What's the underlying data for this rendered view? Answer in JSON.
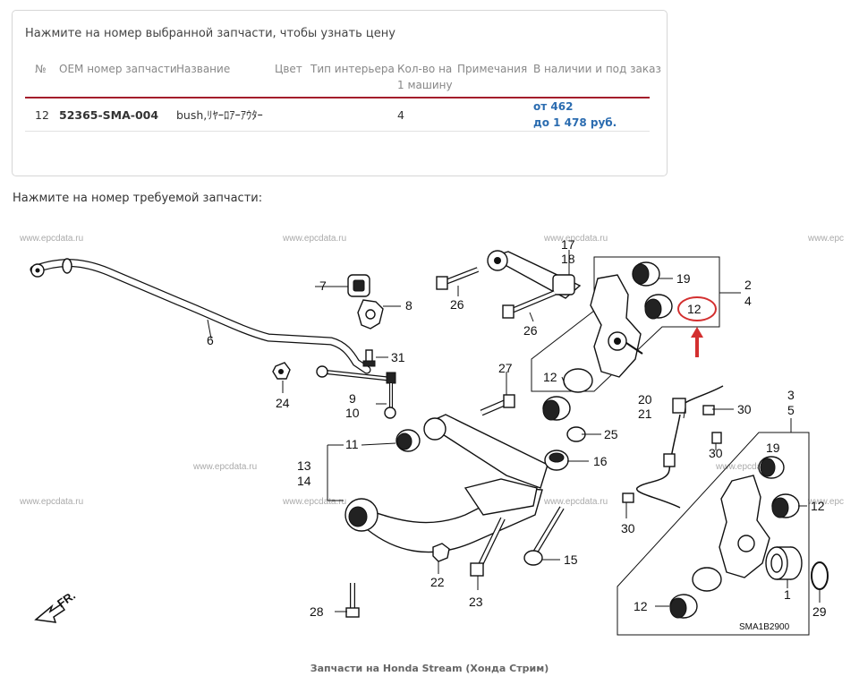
{
  "card": {
    "title": "Нажмите на номер выбранной запчасти, чтобы узнать цену",
    "headers": {
      "no": "№",
      "oem": "OEM номер запчасти",
      "name": "Название",
      "color": "Цвет",
      "interior": "Тип интерьера",
      "qty_line1": "Кол-во на",
      "qty_line2": "1 машину",
      "notes": "Примечания",
      "stock": "В наличии и под заказ"
    },
    "row": {
      "no": "12",
      "oem": "52365-SMA-004",
      "name": "bush,ﾘﾔｰﾛｱｰｱｳﾀｰ",
      "qty": "4",
      "price_from": "от 462",
      "price_to": "до 1 478 руб."
    }
  },
  "subtitle": "Нажмите на номер требуемой запчасти:",
  "diagram": {
    "watermark": "www.epcdata.ru",
    "watermark_cut": "www.epc",
    "code": "SMA1B2900",
    "front_label": "FR.",
    "highlight_color": "#d32f2f",
    "callouts": {
      "n1": "1",
      "n2": "2",
      "n3": "3",
      "n4": "4",
      "n5": "5",
      "n6": "6",
      "n7": "7",
      "n8": "8",
      "n9": "9",
      "n10": "10",
      "n11": "11",
      "n12": "12",
      "n13": "13",
      "n14": "14",
      "n15": "15",
      "n16": "16",
      "n17": "17",
      "n18": "18",
      "n19": "19",
      "n20": "20",
      "n21": "21",
      "n22": "22",
      "n23": "23",
      "n24": "24",
      "n25": "25",
      "n26": "26",
      "n27": "27",
      "n28": "28",
      "n29": "29",
      "n30": "30",
      "n31": "31"
    }
  },
  "footer": "Запчасти на Honda Stream (Хонда Стрим)"
}
